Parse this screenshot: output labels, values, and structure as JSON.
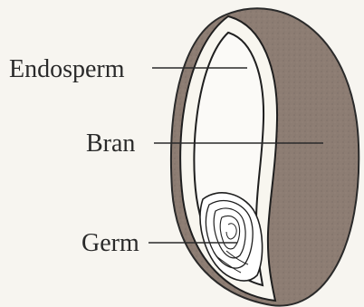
{
  "labels": {
    "endosperm": "Endosperm",
    "bran": "Bran",
    "germ": "Germ"
  },
  "colors": {
    "background": "#f7f5f0",
    "bran_shade": "#8a7a70",
    "outline": "#1f1f1f",
    "endosperm_fill": "#fbfaf7"
  }
}
